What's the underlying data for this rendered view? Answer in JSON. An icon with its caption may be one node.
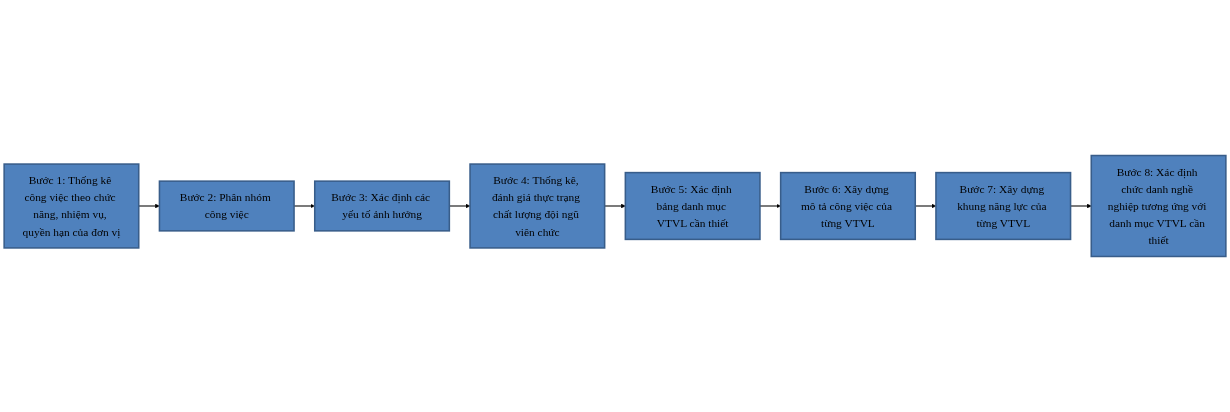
{
  "diagram": {
    "nodes": [
      {
        "text": [
          "Bước 1: Thống kê công việc theo chức năng, nhiệm vụ, quyền hạn của đơn vị"
        ]
      },
      {
        "text": [
          "Bước 2: Phân nhóm công việc"
        ]
      },
      {
        "text": [
          "Bước 3: Xác định các yếu tố ảnh hưởng"
        ]
      },
      {
        "text": [
          "Bước 4: Thống kê, đánh giá thực trạng chất lượng đội ngũ viên chức"
        ]
      },
      {
        "text": [
          "Bước 5: Xác định bảng danh mục VTVL cần thiết"
        ]
      },
      {
        "text": [
          "Bước 6: Xây dựng mô tả công việc của từng VTVL"
        ]
      },
      {
        "text": [
          "Bước 7: Xây dựng khung năng lực của từng VTVL"
        ]
      },
      {
        "text": [
          "Bước 8: Xác định chức danh nghề nghiệp tương ứng với danh mục VTVL cần thiết"
        ]
      }
    ],
    "edges": [
      {
        "from": 0,
        "to": 1,
        "arrow": "to"
      },
      {
        "from": 1,
        "to": 2,
        "arrow": "to"
      },
      {
        "from": 2,
        "to": 3,
        "arrow": "to"
      },
      {
        "from": 3,
        "to": 4,
        "arrow": "to"
      },
      {
        "from": 4,
        "to": 5,
        "arrow": "to"
      },
      {
        "from": 5,
        "to": 6,
        "arrow": "to"
      },
      {
        "from": 6,
        "to": 7,
        "arrow": "to"
      }
    ]
  }
}
